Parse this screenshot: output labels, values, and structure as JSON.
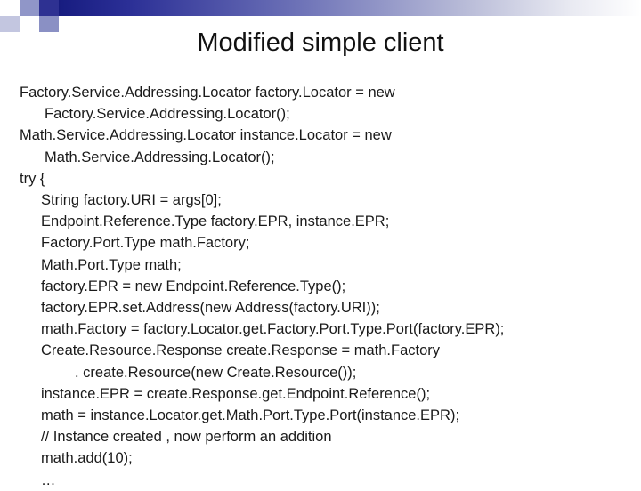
{
  "slide": {
    "title": "Modified simple client",
    "decoration": {
      "square_colors": [
        "#ffffff",
        "#9096c8",
        "#2e3192",
        "#c3c6e0",
        "#ffffff",
        "#8a90c4"
      ],
      "bar_gradient_from": "#171c80",
      "bar_gradient_to": "#ffffff"
    },
    "code_lines": [
      {
        "indent": 0,
        "text": "Factory.Service.Addressing.Locator factory.Locator = new"
      },
      {
        "indent": 2,
        "text": "Factory.Service.Addressing.Locator();"
      },
      {
        "indent": 0,
        "text": "Math.Service.Addressing.Locator instance.Locator = new"
      },
      {
        "indent": 2,
        "text": "Math.Service.Addressing.Locator();"
      },
      {
        "indent": 0,
        "text": "try {"
      },
      {
        "indent": 1,
        "text": "String factory.URI = args[0];"
      },
      {
        "indent": 1,
        "text": "Endpoint.Reference.Type factory.EPR, instance.EPR;"
      },
      {
        "indent": 1,
        "text": "Factory.Port.Type math.Factory;"
      },
      {
        "indent": 1,
        "text": "Math.Port.Type math;"
      },
      {
        "indent": 1,
        "text": "factory.EPR = new Endpoint.Reference.Type();"
      },
      {
        "indent": 1,
        "text": "factory.EPR.set.Address(new Address(factory.URI));"
      },
      {
        "indent": 1,
        "text": "math.Factory = factory.Locator.get.Factory.Port.Type.Port(factory.EPR);"
      },
      {
        "indent": 1,
        "text": "Create.Resource.Response create.Response = math.Factory"
      },
      {
        "indent": 3,
        "text": ". create.Resource(new Create.Resource());"
      },
      {
        "indent": 1,
        "text": "instance.EPR = create.Response.get.Endpoint.Reference();"
      },
      {
        "indent": 1,
        "text": "math = instance.Locator.get.Math.Port.Type.Port(instance.EPR);"
      },
      {
        "indent": 1,
        "text": "// Instance created , now perform an addition"
      },
      {
        "indent": 1,
        "text": "math.add(10);"
      },
      {
        "indent": 1,
        "text": "…"
      }
    ]
  }
}
